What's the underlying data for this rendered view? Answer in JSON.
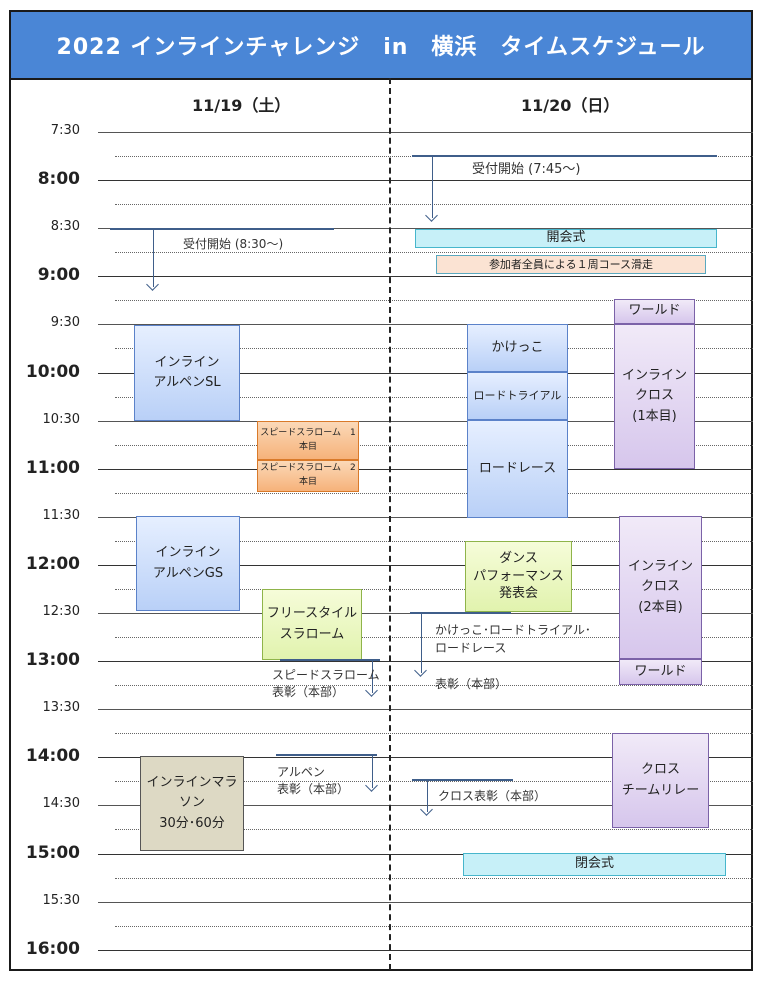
{
  "title": "2022 インラインチャレンジ　in　横浜　タイムスケジュール",
  "days": {
    "sat": "11/19（土）",
    "sun": "11/20（日）"
  },
  "times": [
    "7:30",
    "8:00",
    "8:30",
    "9:00",
    "9:30",
    "10:00",
    "10:30",
    "11:00",
    "11:30",
    "12:00",
    "12:30",
    "13:00",
    "13:30",
    "14:00",
    "14:30",
    "15:00",
    "15:30",
    "16:00"
  ],
  "sat": {
    "reception": "受付開始 (8:30～)",
    "alpine_sl": "インライン\nアルペンSL",
    "speed1": "スピードスラローム　1本目",
    "speed2": "スピードスラローム　2本目",
    "alpine_gs": "インライン\nアルペンGS",
    "freestyle": "フリースタイル\nスラローム",
    "speed_award": "スピードスラローム\n表彰（本部）",
    "alpine_award": "アルペン\n表彰（本部）",
    "marathon": "インラインマラソン\n30分･60分"
  },
  "sun": {
    "reception": "受付開始 (7:45～)",
    "opening": "開会式",
    "group_skate": "参加者全員による１周コース滑走",
    "kakekko": "かけっこ",
    "road_trial": "ロードトライアル",
    "road_race": "ロードレース",
    "world1": "ワールド",
    "cross1": "インライン\nクロス\n(1本目)",
    "dance": "ダンス\nパフォーマンス\n発表会",
    "cross2": "インライン\nクロス\n(2本目)",
    "world2": "ワールド",
    "kids_award": "かけっこ･ロードトライアル･\nロードレース\n\n表彰（本部）",
    "cross_relay": "クロス\nチームリレー",
    "cross_award": "クロス表彰（本部）",
    "closing": "閉会式"
  },
  "colors": {
    "header": "#4a86d6",
    "blue": "#b9d0f7",
    "orange": "#f6b27a",
    "green": "#e1f3ae",
    "purple": "#d6c6ec",
    "tan": "#ddd9c4",
    "cyan": "#c7f0f8"
  }
}
